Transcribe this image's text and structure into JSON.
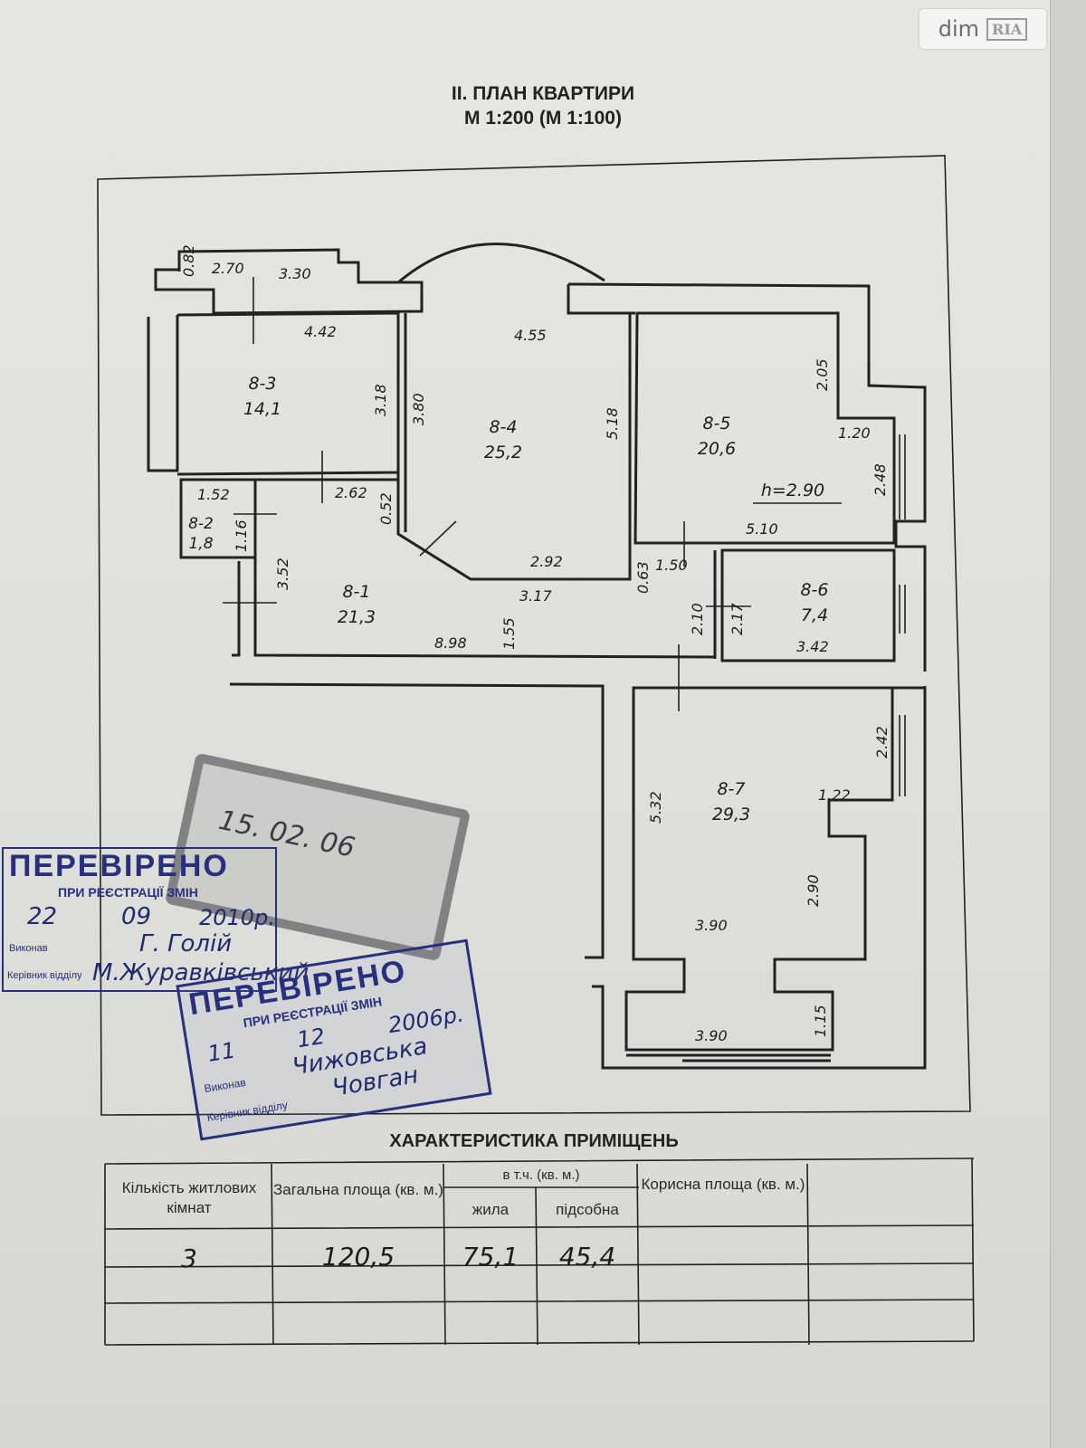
{
  "watermark": {
    "brand": "dim",
    "brand_mark": "RIA"
  },
  "header": {
    "title": "II. ПЛАН КВАРТИРИ",
    "scale": "М 1:200 (М 1:100)"
  },
  "rooms": [
    {
      "id": "8-1",
      "area": "21,3"
    },
    {
      "id": "8-2",
      "area": "1,8"
    },
    {
      "id": "8-3",
      "area": "14,1"
    },
    {
      "id": "8-4",
      "area": "25,2"
    },
    {
      "id": "8-5",
      "area": "20,6"
    },
    {
      "id": "8-6",
      "area": "7,4"
    },
    {
      "id": "8-7",
      "area": "29,3"
    }
  ],
  "dimensions": {
    "d_082": "0.82",
    "d_270": "2.70",
    "d_330": "3.30",
    "d_442": "4.42",
    "d_318": "3.18",
    "d_455": "4.55",
    "d_380": "3.80",
    "d_518": "5.18",
    "d_205": "2.05",
    "d_120": "1.20",
    "d_248": "2.48",
    "d_510": "5.10",
    "d_152": "1.52",
    "d_116": "1.16",
    "d_262": "2.62",
    "d_052": "0.52",
    "d_292": "2.92",
    "d_317": "3.17",
    "d_063": "0.63",
    "d_150": "1.50",
    "d_352": "3.52",
    "d_898": "8.98",
    "d_155": "1.55",
    "d_210": "2.10",
    "d_217": "2.17",
    "d_342": "3.42",
    "d_242": "2.42",
    "d_122": "1.22",
    "d_532": "5.32",
    "d_290": "2.90",
    "d_390a": "3.90",
    "d_115": "1.15",
    "d_390b": "3.90"
  },
  "ceiling_height": "h=2.90",
  "table": {
    "title": "ХАРАКТЕРИСТИКА ПРИМІЩЕНЬ",
    "col_rooms": "Кількість житлових кімнат",
    "col_total": "Загальна площа (кв. м.)",
    "col_incl": "в т.ч. (кв. м.)",
    "col_living": "жила",
    "col_aux": "підсобна",
    "col_useful": "Корисна площа (кв. м.)",
    "val_rooms": "3",
    "val_total": "120,5",
    "val_living": "75,1",
    "val_aux": "45,4"
  },
  "stamp_1": {
    "heading": "ПЕРЕВІРЕНО",
    "sub": "ПРИ РЕЄСТРАЦІЇ ЗМІН",
    "day": "22",
    "month": "09",
    "year": "2010р.",
    "label_exec": "Виконав",
    "exec_name": "Г. Голій",
    "label_head": "Керівник відділу",
    "head_name": "М.Журавківський"
  },
  "stamp_2": {
    "heading": "ПЕРЕВІРЕНО",
    "sub": "ПРИ РЕЄСТРАЦІЇ ЗМІН",
    "day": "11",
    "month": "12",
    "year": "2006р.",
    "label_exec": "Виконав",
    "exec_name": "Чижовська",
    "label_head": "Керівник відділу",
    "head_name": "Човган"
  },
  "stamp_3_date": "15. 02. 06",
  "colors": {
    "ink": "#222222",
    "stamp_blue": "#27307e",
    "paper": "#e2e2de"
  }
}
